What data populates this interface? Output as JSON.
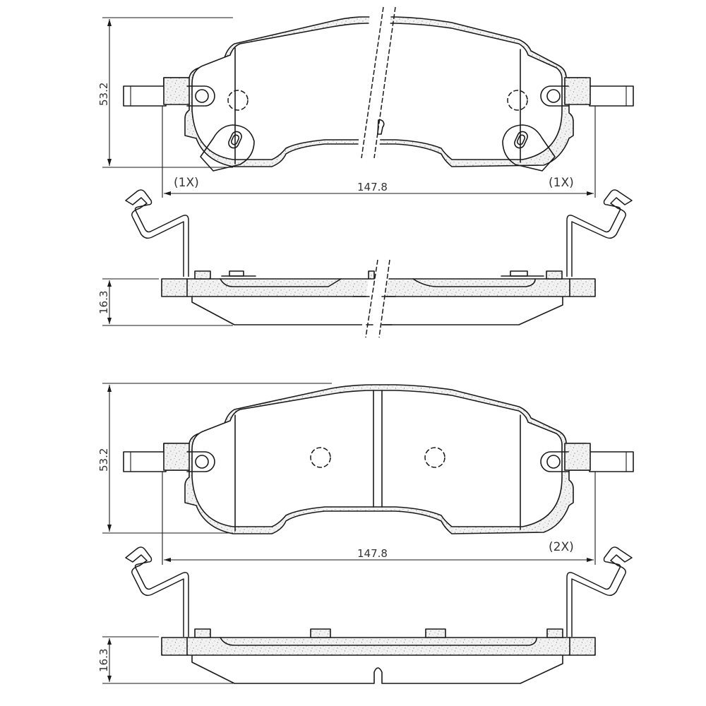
{
  "drawing": {
    "title": "Brake pad set technical drawing",
    "top_pad": {
      "height_dim": "53.2",
      "width_dim": "147.8",
      "qty_left": "(1X)",
      "qty_right": "(1X)",
      "side_thickness_dim": "16.3",
      "features": [
        "wear-sensor-tabs",
        "split-line",
        "center-holes"
      ]
    },
    "bottom_pad": {
      "height_dim": "53.2",
      "width_dim": "147.8",
      "qty": "(2X)",
      "side_thickness_dim": "16.3",
      "features": [
        "center-slot",
        "two-center-holes"
      ]
    }
  },
  "colors": {
    "line": "#1a1a1a",
    "text": "#333333",
    "background": "#ffffff"
  }
}
